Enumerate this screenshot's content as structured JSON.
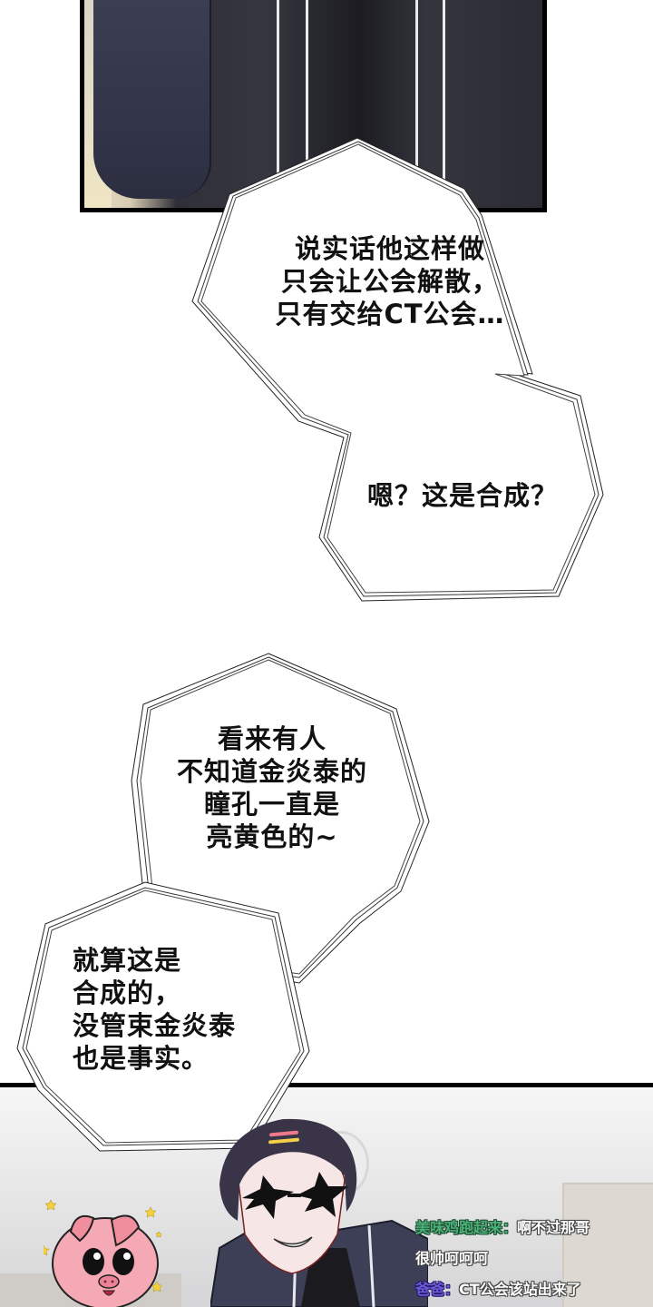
{
  "speech_bubbles": [
    {
      "id": "bubble-1",
      "lines": "说实话他这样做\n只会让公会解散，\n只有交给CT公会…"
    },
    {
      "id": "bubble-2",
      "lines": "嗯？这是合成？"
    },
    {
      "id": "bubble-3",
      "lines": "看来有人\n不知道金炎泰的\n瞳孔一直是\n亮黄色的~"
    },
    {
      "id": "bubble-4",
      "lines": "就算这是\n合成的，\n没管束金炎泰\n也是事实。"
    }
  ],
  "comments": [
    {
      "username": "美味鸡跑起来",
      "separator": "：",
      "text": "啊不过那哥",
      "username_color": "#4caf76"
    },
    {
      "username": "",
      "separator": "",
      "text": "很帅呵呵呵",
      "username_color": ""
    },
    {
      "username": "爸爸",
      "separator": "：",
      "text": "CT公会该站出来了",
      "username_color": "#6b5bd6"
    }
  ],
  "colors": {
    "panel_border": "#000000",
    "bubble_fill": "#ffffff",
    "bubble_outline": "#222222",
    "pig_pink": "#f4a9b4",
    "hair": "#3a3448",
    "star_yellow": "#f5d23a"
  }
}
